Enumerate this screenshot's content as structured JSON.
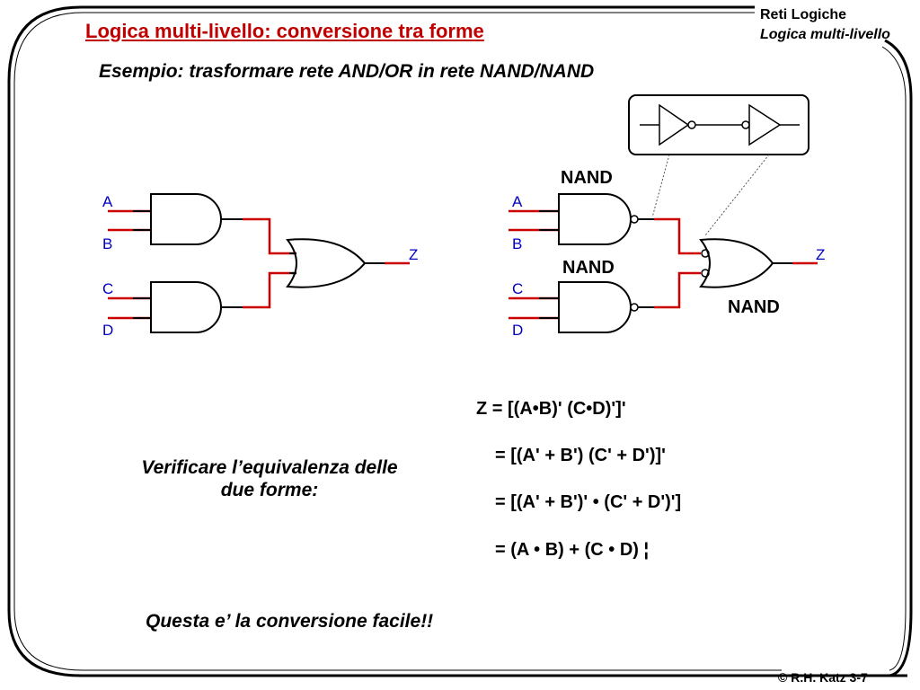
{
  "header": {
    "title": "Logica multi-livello: conversione tra forme",
    "course": "Reti Logiche",
    "chapter": "Logica multi-livello"
  },
  "subtitle": "Esempio: trasformare rete AND/OR in rete NAND/NAND",
  "left_circuit": {
    "inputs": [
      "A",
      "B",
      "C",
      "D"
    ],
    "output": "Z"
  },
  "right_circuit": {
    "inputs": [
      "A",
      "B",
      "C",
      "D"
    ],
    "output": "Z",
    "gate_labels": [
      "NAND",
      "NAND",
      "NAND"
    ]
  },
  "verify_text": "Verificare l’equivalenza delle due forme:",
  "equations": [
    "Z = [(A•B)' (C•D)']'",
    "= [(A' + B') (C' + D')]'",
    "= [(A' + B')' • (C' + D')']",
    "= (A • B) + (C • D)  ¦"
  ],
  "closing": "Questa e’ la conversione facile!!",
  "footer": {
    "copyright": "© R.H. Katz 3-7"
  },
  "colors": {
    "title": "#c00000",
    "wire_red": "#cc0000",
    "signal_label": "#0000c0"
  }
}
